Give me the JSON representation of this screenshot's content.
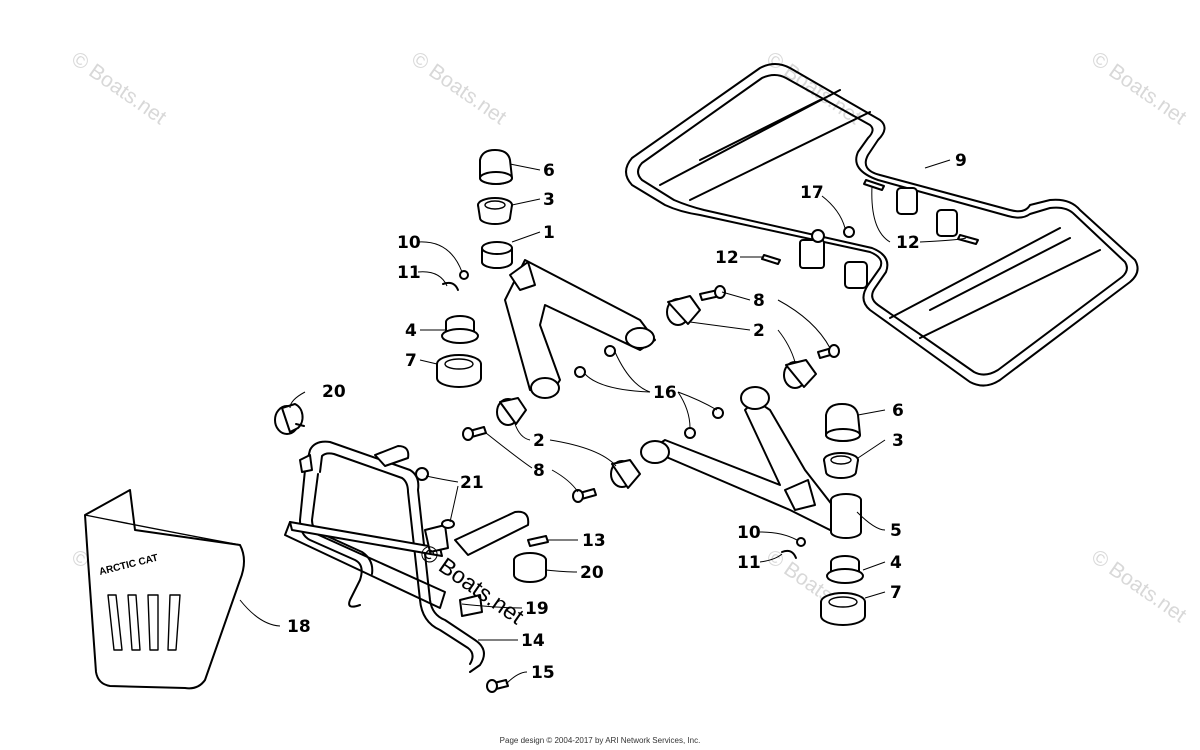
{
  "callouts": {
    "c1": "1",
    "c2a": "2",
    "c2b": "2",
    "c3a": "3",
    "c3b": "3",
    "c4a": "4",
    "c4b": "4",
    "c5": "5",
    "c6a": "6",
    "c6b": "6",
    "c7a": "7",
    "c7b": "7",
    "c8a": "8",
    "c8b": "8",
    "c9": "9",
    "c10a": "10",
    "c10b": "10",
    "c11a": "11",
    "c11b": "11",
    "c12a": "12",
    "c12b": "12",
    "c13": "13",
    "c14": "14",
    "c15": "15",
    "c16": "16",
    "c17": "17",
    "c18": "18",
    "c19": "19",
    "c20a": "20",
    "c20b": "20",
    "c21": "21"
  },
  "watermarks": {
    "tl": "© Boats.net",
    "tc": "© Boats.net",
    "tr1": "© Boats.net",
    "tr2": "© Boats.net",
    "bl": "© Boats.net",
    "br1": "© Boats.net",
    "br2": "© Boats.net",
    "center": "© Boats.net"
  },
  "bumper_brand": "ARCTIC CAT",
  "footer": "Page design © 2004-2017 by ARI Network Services, Inc."
}
